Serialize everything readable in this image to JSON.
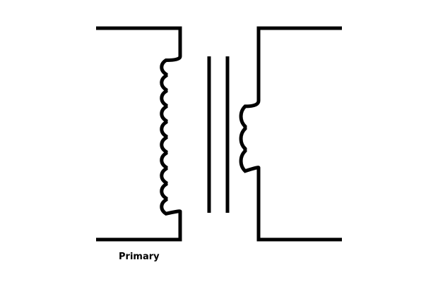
{
  "labels": {
    "primary": "Primary"
  },
  "components": {
    "primary_winding": {
      "turns": 10
    },
    "secondary_winding": {
      "turns": 3
    },
    "core": {
      "bars": 2
    }
  },
  "colors": {
    "line": "#000000",
    "text": "#000000",
    "background": "#ffffff"
  }
}
